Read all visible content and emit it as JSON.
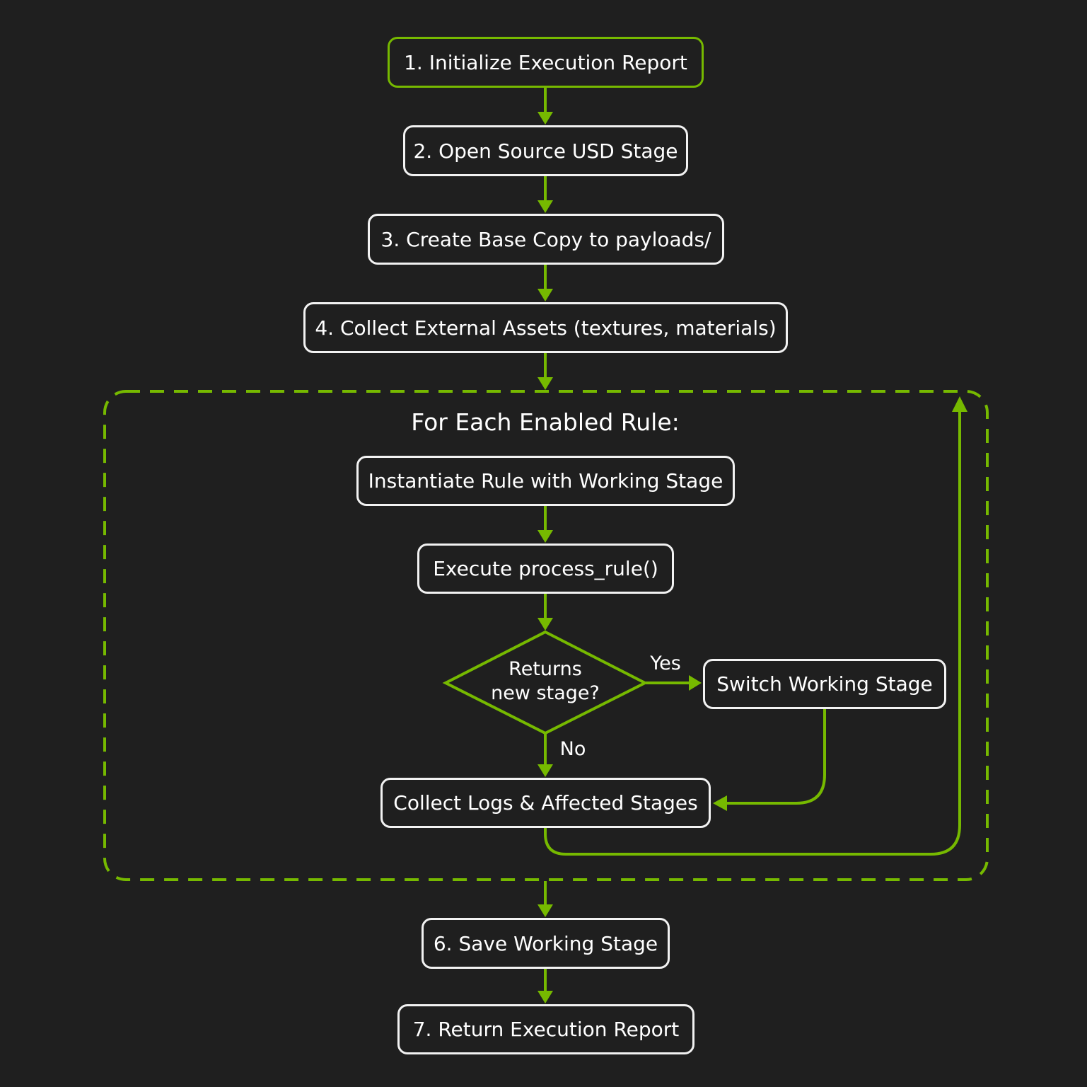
{
  "accent_color": "#76b900",
  "background_color": "#1f1f1f",
  "box_border_color": "#f2f2f2",
  "steps": {
    "step1": "1. Initialize Execution Report",
    "step2": "2. Open Source USD Stage",
    "step3": "3. Create Base Copy to payloads/",
    "step4": "4. Collect External Assets (textures, materials)",
    "step6": "6. Save Working Stage",
    "step7": "7. Return Execution Report"
  },
  "loop": {
    "title": "For Each Enabled Rule:",
    "instantiate": "Instantiate Rule with Working Stage",
    "execute": "Execute process_rule()",
    "decision_line1": "Returns",
    "decision_line2": "new stage?",
    "yes_label": "Yes",
    "no_label": "No",
    "switch": "Switch Working Stage",
    "collect_logs": "Collect Logs & Affected Stages"
  }
}
